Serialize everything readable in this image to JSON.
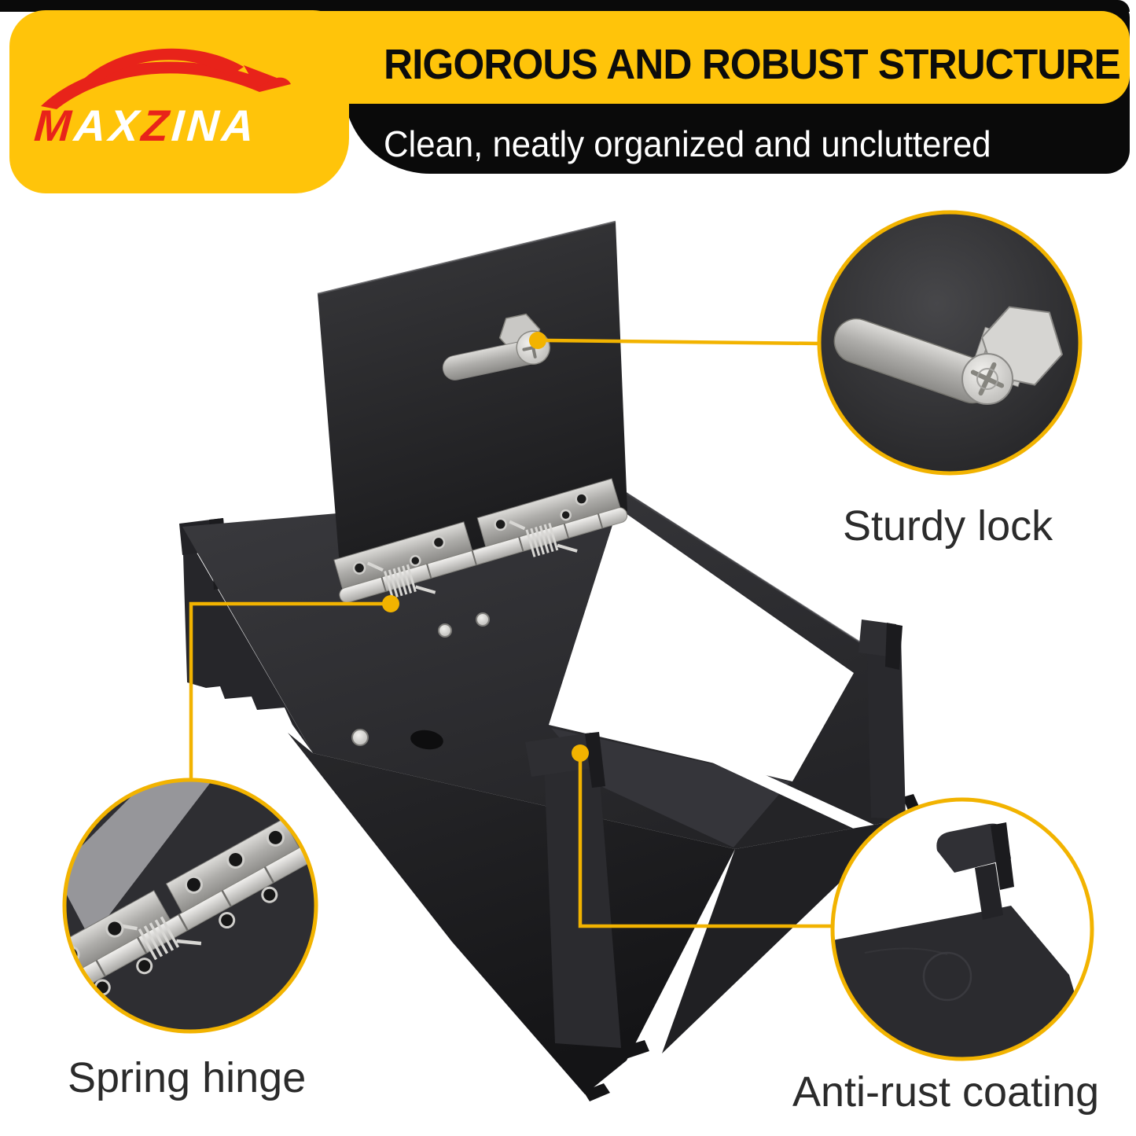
{
  "brand": {
    "name": "MAXZINA",
    "logo_icon": "car-swoosh-icon",
    "letters": [
      {
        "ch": "M",
        "color": "#e8231a"
      },
      {
        "ch": "A",
        "color": "#ffffff"
      },
      {
        "ch": "X",
        "color": "#ffffff"
      },
      {
        "ch": "Z",
        "color": "#e8231a"
      },
      {
        "ch": "I",
        "color": "#ffffff"
      },
      {
        "ch": "N",
        "color": "#ffffff"
      },
      {
        "ch": "A",
        "color": "#ffffff"
      }
    ]
  },
  "banner": {
    "title": "RIGOROUS AND ROBUST STRUCTURE",
    "subtitle": "Clean, neatly organized and uncluttered"
  },
  "callouts": {
    "lock": {
      "label": "Sturdy lock"
    },
    "hinge": {
      "label": "Spring hinge"
    },
    "coating": {
      "label": "Anti-rust coating"
    }
  },
  "colors": {
    "brand_yellow": "#ffc40a",
    "accent_line_yellow": "#f2b300",
    "banner_black": "#0a0a0a",
    "brand_red": "#e8231a",
    "label_text": "#2b2b2b"
  }
}
